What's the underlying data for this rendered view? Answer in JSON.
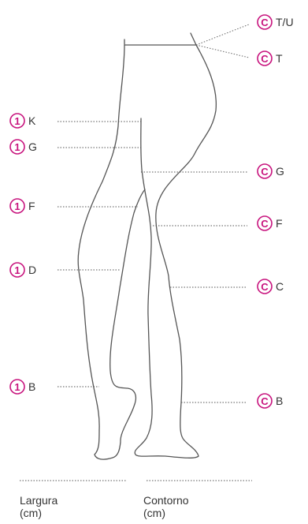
{
  "colors": {
    "accent": "#c8147e",
    "line": "#555555",
    "leader": "#555555",
    "text": "#333333"
  },
  "left_markers": [
    {
      "code": "1",
      "letter": "K"
    },
    {
      "code": "1",
      "letter": "G"
    },
    {
      "code": "1",
      "letter": "F"
    },
    {
      "code": "1",
      "letter": "D"
    },
    {
      "code": "1",
      "letter": "B"
    }
  ],
  "right_markers": [
    {
      "code": "C",
      "letter": "T/U"
    },
    {
      "code": "C",
      "letter": "T"
    },
    {
      "code": "C",
      "letter": "G"
    },
    {
      "code": "C",
      "letter": "F"
    },
    {
      "code": "C",
      "letter": "C"
    },
    {
      "code": "C",
      "letter": "B"
    }
  ],
  "footer": {
    "width": {
      "line1": "Largura",
      "line2": "(cm)"
    },
    "girth": {
      "line1": "Contorno",
      "line2": "(cm)"
    }
  }
}
